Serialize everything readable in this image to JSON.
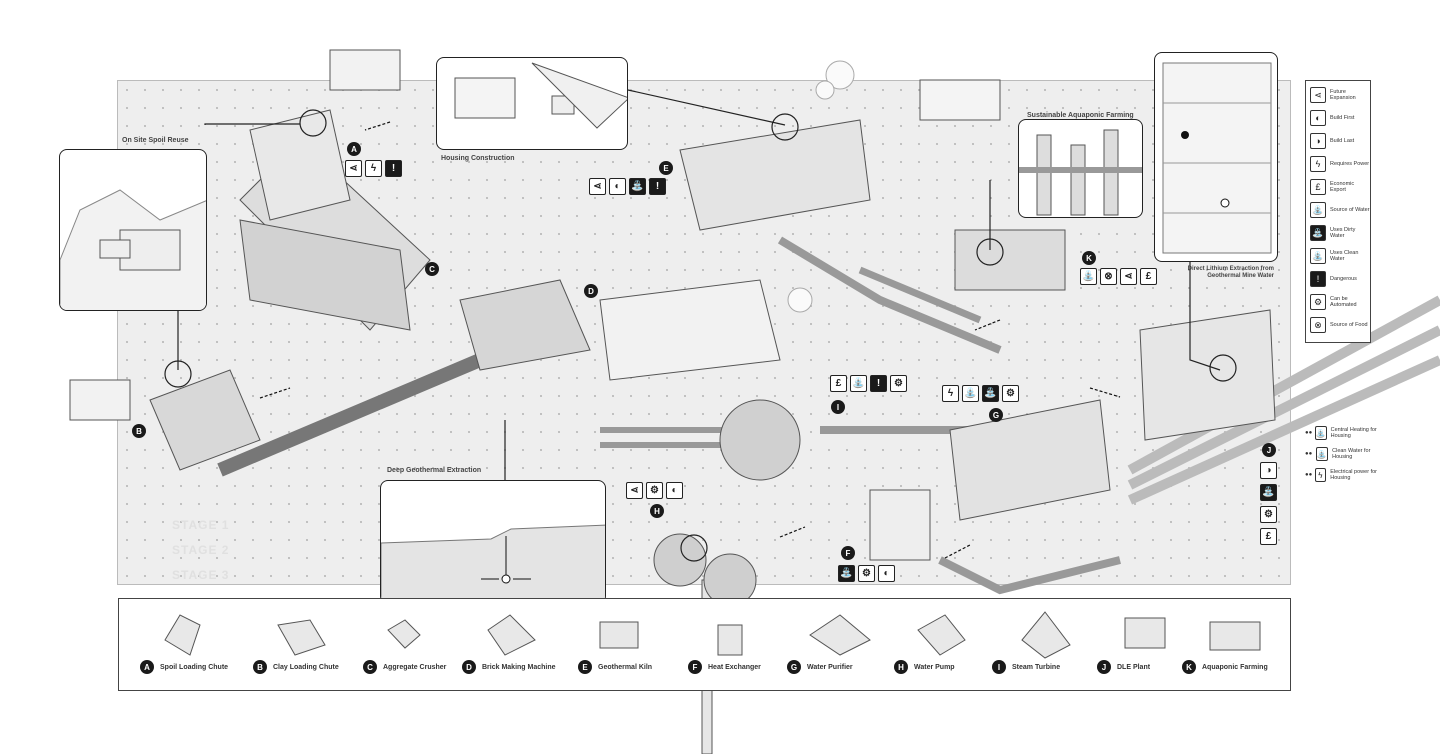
{
  "insets": {
    "spoil_reuse_title": "On Site Spoil Reuse",
    "housing_title": "Housing Construction",
    "geothermal_title": "Deep Geothermal Extraction",
    "aquaponic_title": "Sustainable Aquaponic Farming",
    "lithium_title": "Direct Lithium Extraction from Geothermal Mine Water"
  },
  "stages": [
    "STAGE 1",
    "STAGE 2",
    "STAGE 3"
  ],
  "legend": [
    {
      "icon": "future-expansion-icon",
      "glyph": "⋖",
      "dark": false,
      "label": "Future Expansion"
    },
    {
      "icon": "build-first-icon",
      "glyph": "◐",
      "dark": false,
      "label": "Build First"
    },
    {
      "icon": "build-last-icon",
      "glyph": "◑",
      "dark": false,
      "label": "Build Last"
    },
    {
      "icon": "requires-power-icon",
      "glyph": "ϟ",
      "dark": false,
      "label": "Requires Power"
    },
    {
      "icon": "economic-export-icon",
      "glyph": "£",
      "dark": false,
      "label": "Economic Export"
    },
    {
      "icon": "source-of-water-icon",
      "glyph": "⛲",
      "dark": false,
      "label": "Source of Water"
    },
    {
      "icon": "uses-dirty-water-icon",
      "glyph": "⛲",
      "dark": true,
      "label": "Uses Dirty Water"
    },
    {
      "icon": "uses-clean-water-icon",
      "glyph": "⛲",
      "dark": false,
      "label": "Uses Clean Water"
    },
    {
      "icon": "dangerous-icon",
      "glyph": "!",
      "dark": true,
      "label": "Dangerous"
    },
    {
      "icon": "can-be-automated-icon",
      "glyph": "⚙",
      "dark": false,
      "label": "Can be Automated"
    },
    {
      "icon": "source-of-food-icon",
      "glyph": "⊗",
      "dark": false,
      "label": "Source of Food"
    }
  ],
  "housing": [
    {
      "icon": "central-heating-icon",
      "glyph": "⛲",
      "label": "Central Heating for Housing"
    },
    {
      "icon": "clean-water-icon",
      "glyph": "⛲",
      "label": "Clean Water for Housing"
    },
    {
      "icon": "electrical-power-icon",
      "glyph": "ϟ",
      "label": "Electrical power for Housing"
    }
  ],
  "key": [
    {
      "letter": "A",
      "name": "Spoil Loading Chute"
    },
    {
      "letter": "B",
      "name": "Clay Loading Chute"
    },
    {
      "letter": "C",
      "name": "Aggregate Crusher"
    },
    {
      "letter": "D",
      "name": "Brick Making Machine"
    },
    {
      "letter": "E",
      "name": "Geothermal Kiln"
    },
    {
      "letter": "F",
      "name": "Heat Exchanger"
    },
    {
      "letter": "G",
      "name": "Water Purifier"
    },
    {
      "letter": "H",
      "name": "Water Pump"
    },
    {
      "letter": "I",
      "name": "Steam Turbine"
    },
    {
      "letter": "J",
      "name": "DLE Plant"
    },
    {
      "letter": "K",
      "name": "Aquaponic Farming"
    }
  ],
  "markers": {
    "A": "A",
    "B": "B",
    "C": "C",
    "D": "D",
    "E": "E",
    "F": "F",
    "G": "G",
    "H": "H",
    "I": "I",
    "J": "J",
    "K": "K"
  },
  "icon_groups": {
    "A": [
      "⋖",
      "ϟ",
      "!"
    ],
    "E": [
      "⋖",
      "◐",
      "⛲",
      "!"
    ],
    "K": [
      "⛲",
      "⊗",
      "⋖",
      "£"
    ],
    "I": [
      "£",
      "⛲",
      "!",
      "⚙"
    ],
    "G": [
      "ϟ",
      "⛲",
      "⛲",
      "⚙"
    ],
    "H": [
      "⋖",
      "⚙",
      "◐"
    ],
    "F": [
      "⛲",
      "⚙",
      "◐"
    ],
    "J": [
      "◑",
      "⛲",
      "⚙",
      "£"
    ]
  },
  "colors": {
    "board": "#eeeeee",
    "ink": "#1a1a1a",
    "pipe": "#f4f4f4"
  }
}
